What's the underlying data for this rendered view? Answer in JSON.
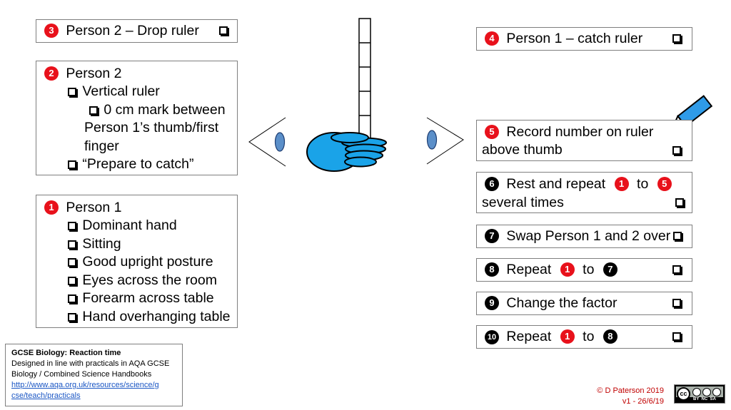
{
  "person2_drop": {
    "num": "3",
    "text": "Person 2 –  Drop ruler"
  },
  "person2": {
    "num": "2",
    "title": "Person 2",
    "item1": "Vertical ruler",
    "item2_line1": "0 cm mark between",
    "item2_line2": "Person 1’s thumb/first",
    "item2_line3": "finger",
    "item3": "“Prepare to catch”"
  },
  "person1": {
    "num": "1",
    "title": "Person 1",
    "items": [
      "Dominant hand",
      "Sitting",
      "Good upright posture",
      "Eyes across the room",
      "Forearm across table",
      "Hand overhanging table"
    ]
  },
  "steps": {
    "s4": {
      "num": "4",
      "text": "Person 1 – catch ruler"
    },
    "s5": {
      "num": "5",
      "line1": "Record number on ruler",
      "line2": "above thumb"
    },
    "s6": {
      "num": "6",
      "text": "Rest and repeat",
      "to": "to",
      "from_num": "1",
      "to_num": "5",
      "line2": "several times"
    },
    "s7": {
      "num": "7",
      "text": "Swap Person 1 and 2 over"
    },
    "s8": {
      "num": "8",
      "text": "Repeat",
      "to": "to",
      "from_num": "1",
      "to_num": "7"
    },
    "s9": {
      "num": "9",
      "text": "Change the factor"
    },
    "s10": {
      "num": "10",
      "text": "Repeat",
      "to": "to",
      "from_num": "1",
      "to_num": "8"
    }
  },
  "info": {
    "title": "GCSE Biology: Reaction time",
    "line1": "Designed in line with practicals in AQA GCSE",
    "line2": "Biology / Combined Science Handbooks",
    "link1": "http://www.aqa.org.uk/resources/science/g",
    "link2": "cse/teach/practicals"
  },
  "credit": {
    "author": "© D Paterson 2019",
    "version": "v1 -  26/6/19"
  },
  "license": {
    "cc": "cc",
    "labels": "BY  NC  SA"
  },
  "colors": {
    "red_bullet": "#e8111b",
    "hand_blue": "#1aa3e8",
    "eye_blue": "#5b8fc9",
    "pencil_blue": "#2f9be8"
  }
}
